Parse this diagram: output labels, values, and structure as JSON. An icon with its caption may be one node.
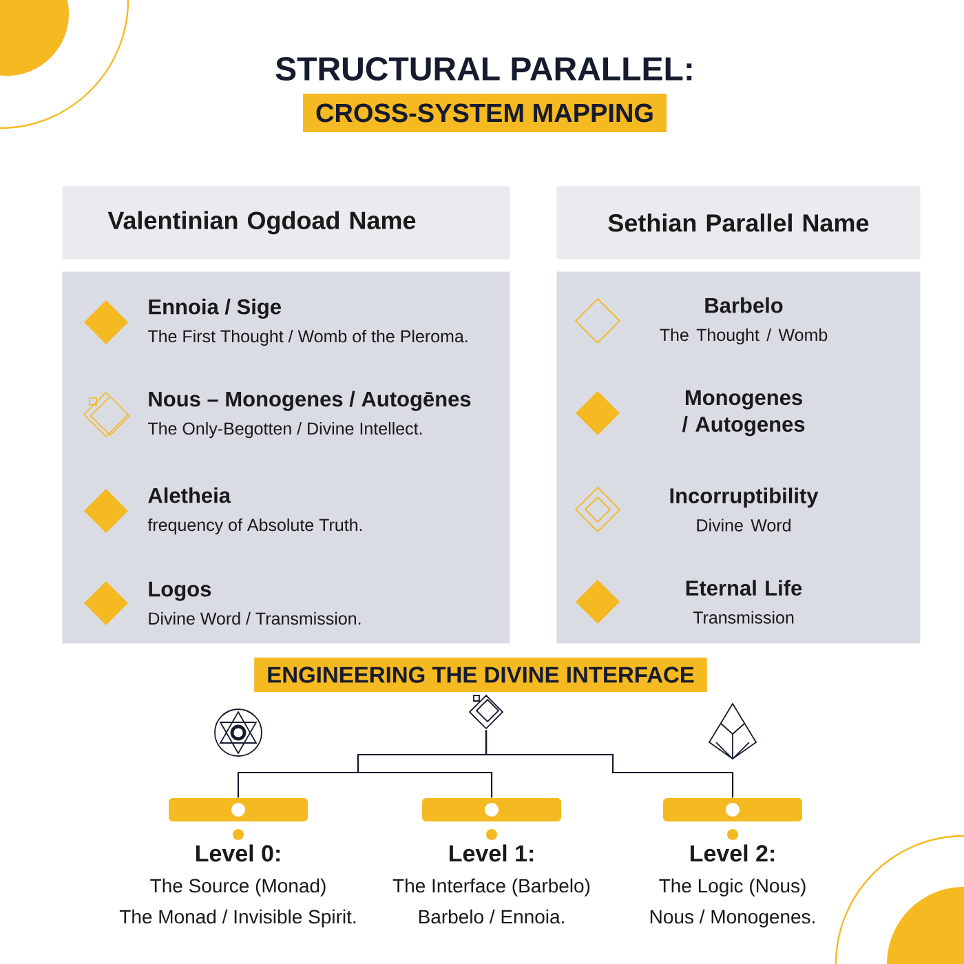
{
  "diagram": {
    "title": "STRUCTURAL PARALLEL:",
    "nodes": [
      {
        "text": [
          "Valentinian Ogdoad Name"
        ]
      },
      {
        "text": [
          "Sethian Parallel Name"
        ]
      },
      {
        "text": [],
        "shape": "box"
      },
      {
        "text": [
          "Ennoia / Sige",
          "The First Thought / Womb of the Pleroma."
        ],
        "in": 2
      },
      {
        "text": [
          "Nous – Monogenes / Autogēnes",
          "The Only-Begotten / Divine Intellect."
        ],
        "in": 2
      },
      {
        "text": [
          "Aletheia",
          "frequency of Absolute Truth."
        ],
        "in": 2
      },
      {
        "text": [
          "Logos",
          "Divine Word / Transmission."
        ],
        "in": 2
      },
      {
        "text": [],
        "shape": "box"
      },
      {
        "text": [
          "Barbelo",
          "The Thought / Womb"
        ],
        "in": 7
      },
      {
        "text": [
          "Monogenes / Autogenes"
        ],
        "in": 7
      },
      {
        "text": [
          "Incorruptibility",
          "Divine Word"
        ],
        "in": 7
      },
      {
        "text": [
          "Eternal Life",
          "Transmission"
        ],
        "in": 7
      },
      {
        "text": [],
        "shape": "circle"
      },
      {
        "text": [],
        "shape": "picture"
      },
      {
        "text": [],
        "shape": "picture"
      },
      {
        "text": [
          "Level 0:",
          "The Source (Monad)",
          "The Monad / Invisible Spirit."
        ]
      },
      {
        "text": [
          "Level 1:",
          "The Interface (Barbelo)",
          "Barbelo / Ennoia."
        ]
      },
      {
        "text": [
          "Level 2:",
          "The Logic (Nous)",
          "Nous / Monogenes."
        ]
      }
    ],
    "edges": [
      {
        "from": 13,
        "to": 15,
        "arrow": "none"
      },
      {
        "from": 13,
        "to": 16,
        "arrow": "none"
      },
      {
        "from": 13,
        "to": 17,
        "arrow": "none"
      }
    ],
    "labels": [
      "CROSS-SYSTEM MAPPING",
      "ENGINEERING THE DIVINE INTERFACE"
    ]
  }
}
